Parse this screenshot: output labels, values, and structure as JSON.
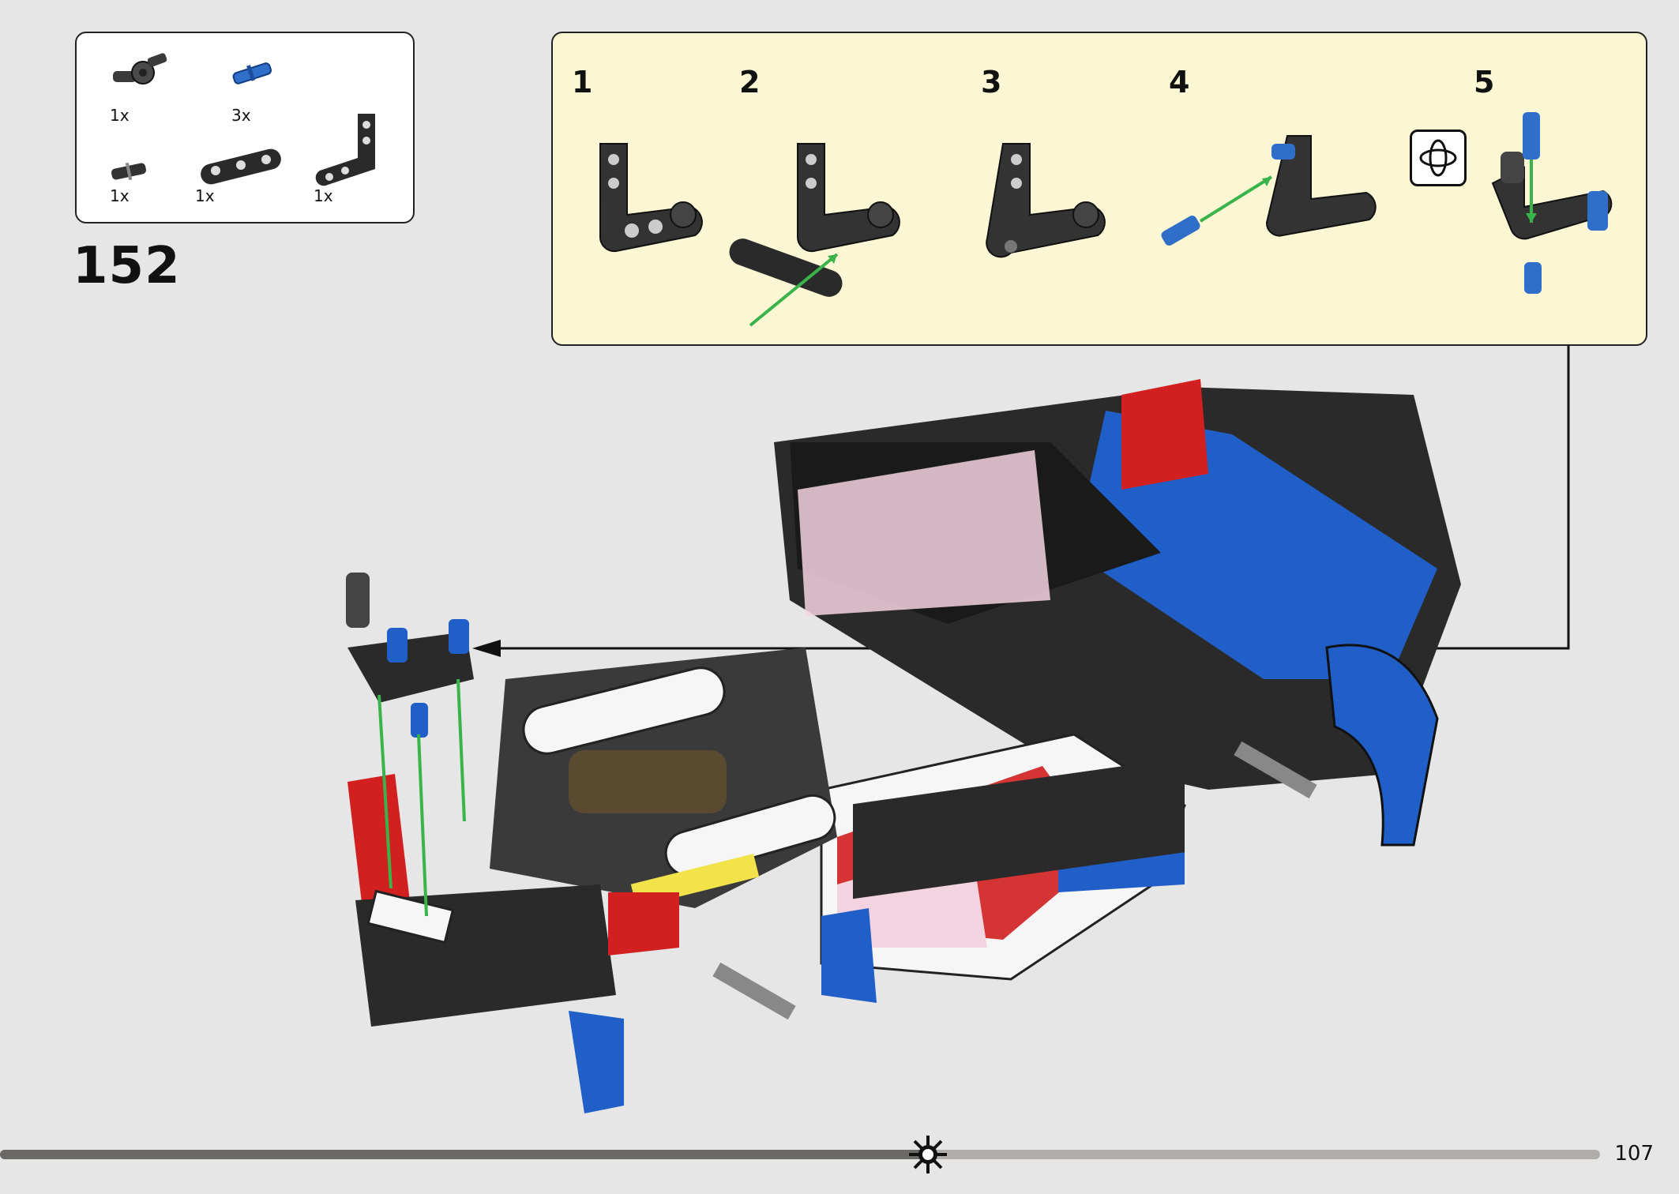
{
  "parts_list": {
    "items": [
      {
        "qty": "1x",
        "part": "black-angle-connector",
        "color": "#3a3a3a"
      },
      {
        "qty": "3x",
        "part": "blue-pin",
        "color": "#2f6ec9"
      },
      {
        "qty": "1x",
        "part": "black-pin-with-bush",
        "color": "#2a2a2a"
      },
      {
        "qty": "1x",
        "part": "black-beam-3",
        "color": "#2a2a2a"
      },
      {
        "qty": "1x",
        "part": "black-l-beam",
        "color": "#2a2a2a"
      }
    ]
  },
  "step": {
    "number": "152"
  },
  "subassembly": {
    "steps": [
      {
        "label": "1"
      },
      {
        "label": "2"
      },
      {
        "label": "3"
      },
      {
        "label": "4"
      },
      {
        "label": "5"
      }
    ],
    "rotate_icon": "rotate-model-icon"
  },
  "page": {
    "number": "107",
    "progress_fraction": 0.58
  },
  "colors": {
    "background": "#e6e6e6",
    "callout_background": "#fbf6d3",
    "arrow_green": "#3ab34a",
    "lego_red": "#d21f1f",
    "lego_blue": "#1f5fc7",
    "lego_black": "#2a2a2a",
    "lego_white": "#f6f6f6"
  }
}
